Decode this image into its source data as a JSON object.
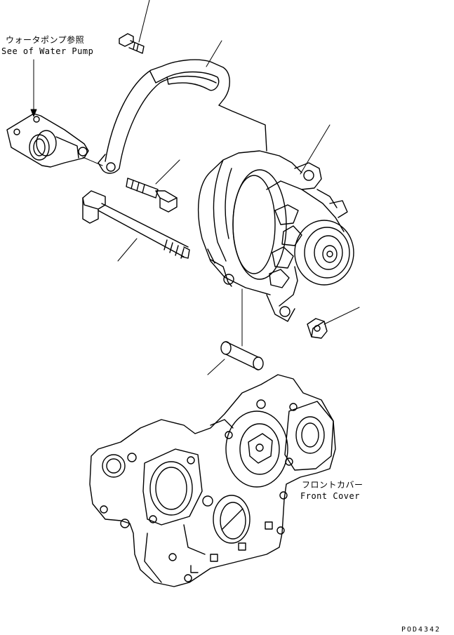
{
  "labels": {
    "water_pump_jp": "ウォータポンプ参照",
    "water_pump_en": "See of Water Pump",
    "front_cover_jp": "フロントカバー",
    "front_cover_en": "Front Cover",
    "drawing_code": "POD4342"
  },
  "colors": {
    "line": "#000000",
    "background": "#ffffff"
  }
}
